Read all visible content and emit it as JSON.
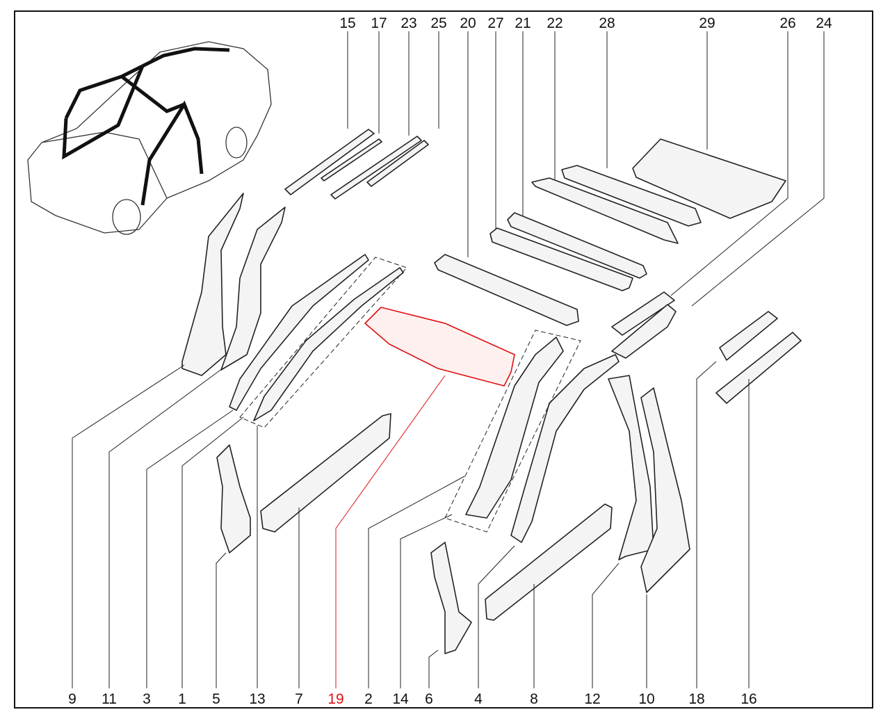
{
  "diagram": {
    "highlight_color": "#e01010",
    "top_labels": [
      {
        "n": "15"
      },
      {
        "n": "17"
      },
      {
        "n": "23"
      },
      {
        "n": "25"
      },
      {
        "n": "20"
      },
      {
        "n": "27"
      },
      {
        "n": "21"
      },
      {
        "n": "22"
      },
      {
        "n": "28"
      },
      {
        "n": "29"
      },
      {
        "n": "26"
      },
      {
        "n": "24"
      }
    ],
    "bottom_labels": [
      {
        "n": "9"
      },
      {
        "n": "11"
      },
      {
        "n": "3"
      },
      {
        "n": "1"
      },
      {
        "n": "5"
      },
      {
        "n": "13"
      },
      {
        "n": "7"
      },
      {
        "n": "19",
        "highlighted": true
      },
      {
        "n": "2"
      },
      {
        "n": "14"
      },
      {
        "n": "6"
      },
      {
        "n": "4"
      },
      {
        "n": "8"
      },
      {
        "n": "12"
      },
      {
        "n": "10"
      },
      {
        "n": "18"
      },
      {
        "n": "16"
      }
    ]
  }
}
